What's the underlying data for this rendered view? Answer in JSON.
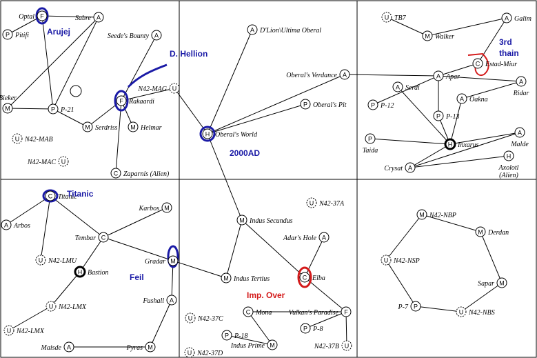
{
  "nodes": [
    {
      "id": "optal",
      "sym": "F",
      "label": "Optal",
      "lp": "l"
    },
    {
      "id": "sabre",
      "sym": "A",
      "label": "Sabre",
      "lp": "l"
    },
    {
      "id": "pitifi",
      "sym": "P",
      "label": "Pitifi",
      "lp": "r"
    },
    {
      "id": "seede",
      "sym": "A",
      "label": "Seede's Bounty",
      "lp": "l"
    },
    {
      "id": "p21",
      "sym": "P",
      "label": "P-21",
      "lp": "r"
    },
    {
      "id": "bieker",
      "sym": "M",
      "label": "Bieker",
      "lp": "t"
    },
    {
      "id": "n42mag",
      "sym": "U",
      "label": "N42-MAG",
      "lp": "l",
      "dashed": true
    },
    {
      "id": "rakaardi",
      "sym": "F",
      "label": "Rakaardi",
      "lp": "r"
    },
    {
      "id": "serdriss",
      "sym": "M",
      "label": "Serdriss",
      "lp": "r"
    },
    {
      "id": "helmar",
      "sym": "M",
      "label": "Helmar",
      "lp": "r"
    },
    {
      "id": "n42mab",
      "sym": "U",
      "label": "N42-MAB",
      "lp": "r",
      "dashed": true
    },
    {
      "id": "n42mac",
      "sym": "U",
      "label": "N42-MAC",
      "lp": "l",
      "dashed": true
    },
    {
      "id": "zaparnis",
      "sym": "C",
      "label": "Zaparnis (Alien)",
      "lp": "r"
    },
    {
      "id": "dlion",
      "sym": "A",
      "label": "D'Lion\\Ultima Oberal",
      "lp": "r"
    },
    {
      "id": "verdance",
      "sym": "A",
      "label": "Oberal's Verdance",
      "lp": "l"
    },
    {
      "id": "oberalpit",
      "sym": "P",
      "label": "Oberal's Pit",
      "lp": "r"
    },
    {
      "id": "oberalworld",
      "sym": "H",
      "label": "Oberal's World",
      "lp": "r"
    },
    {
      "id": "tb7",
      "sym": "U",
      "label": "TB7",
      "lp": "r",
      "dashed": true
    },
    {
      "id": "galim",
      "sym": "A",
      "label": "Galim",
      "lp": "r"
    },
    {
      "id": "walker",
      "sym": "M",
      "label": "Walker",
      "lp": "r"
    },
    {
      "id": "estad",
      "sym": "C",
      "label": "Estad-Miur",
      "lp": "r"
    },
    {
      "id": "apar",
      "sym": "A",
      "label": "Apar",
      "lp": "r"
    },
    {
      "id": "serdi",
      "sym": "A",
      "label": "Serdi",
      "lp": "r"
    },
    {
      "id": "ridar",
      "sym": "A",
      "label": "Ridar",
      "lp": "b"
    },
    {
      "id": "p12",
      "sym": "P",
      "label": "P-12",
      "lp": "r"
    },
    {
      "id": "oakna",
      "sym": "A",
      "label": "Oakna",
      "lp": "r"
    },
    {
      "id": "p13",
      "sym": "P",
      "label": "P-13",
      "lp": "r"
    },
    {
      "id": "taida",
      "sym": "P",
      "label": "Taida",
      "lp": "b"
    },
    {
      "id": "inxarus",
      "sym": "H",
      "label": "Inxarus",
      "lp": "r",
      "bold": true
    },
    {
      "id": "malde",
      "sym": "A",
      "label": "Malde",
      "lp": "b"
    },
    {
      "id": "crysat",
      "sym": "A",
      "label": "Crysat",
      "lp": "l"
    },
    {
      "id": "axolotl",
      "sym": "H",
      "label": "Axolotl",
      "lp": "b",
      "sub": "(Alien)"
    },
    {
      "id": "titanic",
      "sym": "C",
      "label": "Titanic",
      "lp": "r"
    },
    {
      "id": "arbos",
      "sym": "A",
      "label": "Arbos",
      "lp": "r"
    },
    {
      "id": "karbos",
      "sym": "M",
      "label": "Karbos",
      "lp": "l"
    },
    {
      "id": "tembar",
      "sym": "C",
      "label": "Tembar",
      "lp": "l"
    },
    {
      "id": "n42lmu",
      "sym": "U",
      "label": "N42-LMU",
      "lp": "r",
      "dashed": true
    },
    {
      "id": "bastion",
      "sym": "H",
      "label": "Bastion",
      "lp": "r",
      "bold": true
    },
    {
      "id": "gradar",
      "sym": "M",
      "label": "Gradar",
      "lp": "l"
    },
    {
      "id": "fushall",
      "sym": "A",
      "label": "Fushall",
      "lp": "l"
    },
    {
      "id": "n42lmx1",
      "sym": "U",
      "label": "N42-LMX",
      "lp": "r",
      "dashed": true
    },
    {
      "id": "n42lmx2",
      "sym": "U",
      "label": "N42-LMX",
      "lp": "r",
      "dashed": true
    },
    {
      "id": "maisde",
      "sym": "A",
      "label": "Maisde",
      "lp": "l"
    },
    {
      "id": "pyras",
      "sym": "M",
      "label": "Pyras",
      "lp": "l"
    },
    {
      "id": "n42_37a",
      "sym": "U",
      "label": "N42-37A",
      "lp": "r",
      "dashed": true
    },
    {
      "id": "indussec",
      "sym": "M",
      "label": "Indus Secundus",
      "lp": "r"
    },
    {
      "id": "adar",
      "sym": "A",
      "label": "Adar's Hole",
      "lp": "l"
    },
    {
      "id": "elba",
      "sym": "C",
      "label": "Elba",
      "lp": "r"
    },
    {
      "id": "induster",
      "sym": "M",
      "label": "Indus Tertius",
      "lp": "r"
    },
    {
      "id": "n42_37c",
      "sym": "U",
      "label": "N42-37C",
      "lp": "r",
      "dashed": true
    },
    {
      "id": "mona",
      "sym": "C",
      "label": "Mona",
      "lp": "r"
    },
    {
      "id": "vulkan",
      "sym": "F",
      "label": "Vulkan's Paradise",
      "lp": "l"
    },
    {
      "id": "p18",
      "sym": "P",
      "label": "P-18",
      "lp": "r"
    },
    {
      "id": "p8",
      "sym": "P",
      "label": "P-8",
      "lp": "r"
    },
    {
      "id": "indusprime",
      "sym": "M",
      "label": "Indus Prime",
      "lp": "l"
    },
    {
      "id": "n42_37d",
      "sym": "U",
      "label": "N42-37D",
      "lp": "r",
      "dashed": true
    },
    {
      "id": "n42_37b",
      "sym": "U",
      "label": "N42-37B",
      "lp": "l",
      "dashed": true
    },
    {
      "id": "n42nbp",
      "sym": "M",
      "label": "N42-NBP",
      "lp": "r"
    },
    {
      "id": "derdan",
      "sym": "M",
      "label": "Derdan",
      "lp": "r"
    },
    {
      "id": "n42nsp",
      "sym": "U",
      "label": "N42-NSP",
      "lp": "r",
      "dashed": true
    },
    {
      "id": "sapar",
      "sym": "M",
      "label": "Sapar",
      "lp": "l"
    },
    {
      "id": "p7",
      "sym": "P",
      "label": "P-7",
      "lp": "l"
    },
    {
      "id": "n42nbs",
      "sym": "U",
      "label": "N42-NBS",
      "lp": "r",
      "dashed": true
    }
  ],
  "annotations": [
    {
      "id": "arujej",
      "text": "Arujej",
      "color": "blue"
    },
    {
      "id": "dhellion",
      "text": "D. Hellion",
      "color": "blue"
    },
    {
      "id": "ad2000",
      "text": "2000AD",
      "color": "blue"
    },
    {
      "id": "thain3",
      "text": "3rd",
      "color": "blue"
    },
    {
      "id": "thain",
      "text": "thain",
      "color": "blue"
    },
    {
      "id": "titanic_note",
      "text": "Titanic",
      "color": "blue"
    },
    {
      "id": "feil",
      "text": "Feil",
      "color": "blue"
    },
    {
      "id": "impover",
      "text": "Imp. Over",
      "color": "red"
    }
  ],
  "colors": {
    "annotation_blue": "#1a1aa6",
    "annotation_red": "#d41a1a",
    "line": "#000000",
    "background": "#ffffff"
  }
}
